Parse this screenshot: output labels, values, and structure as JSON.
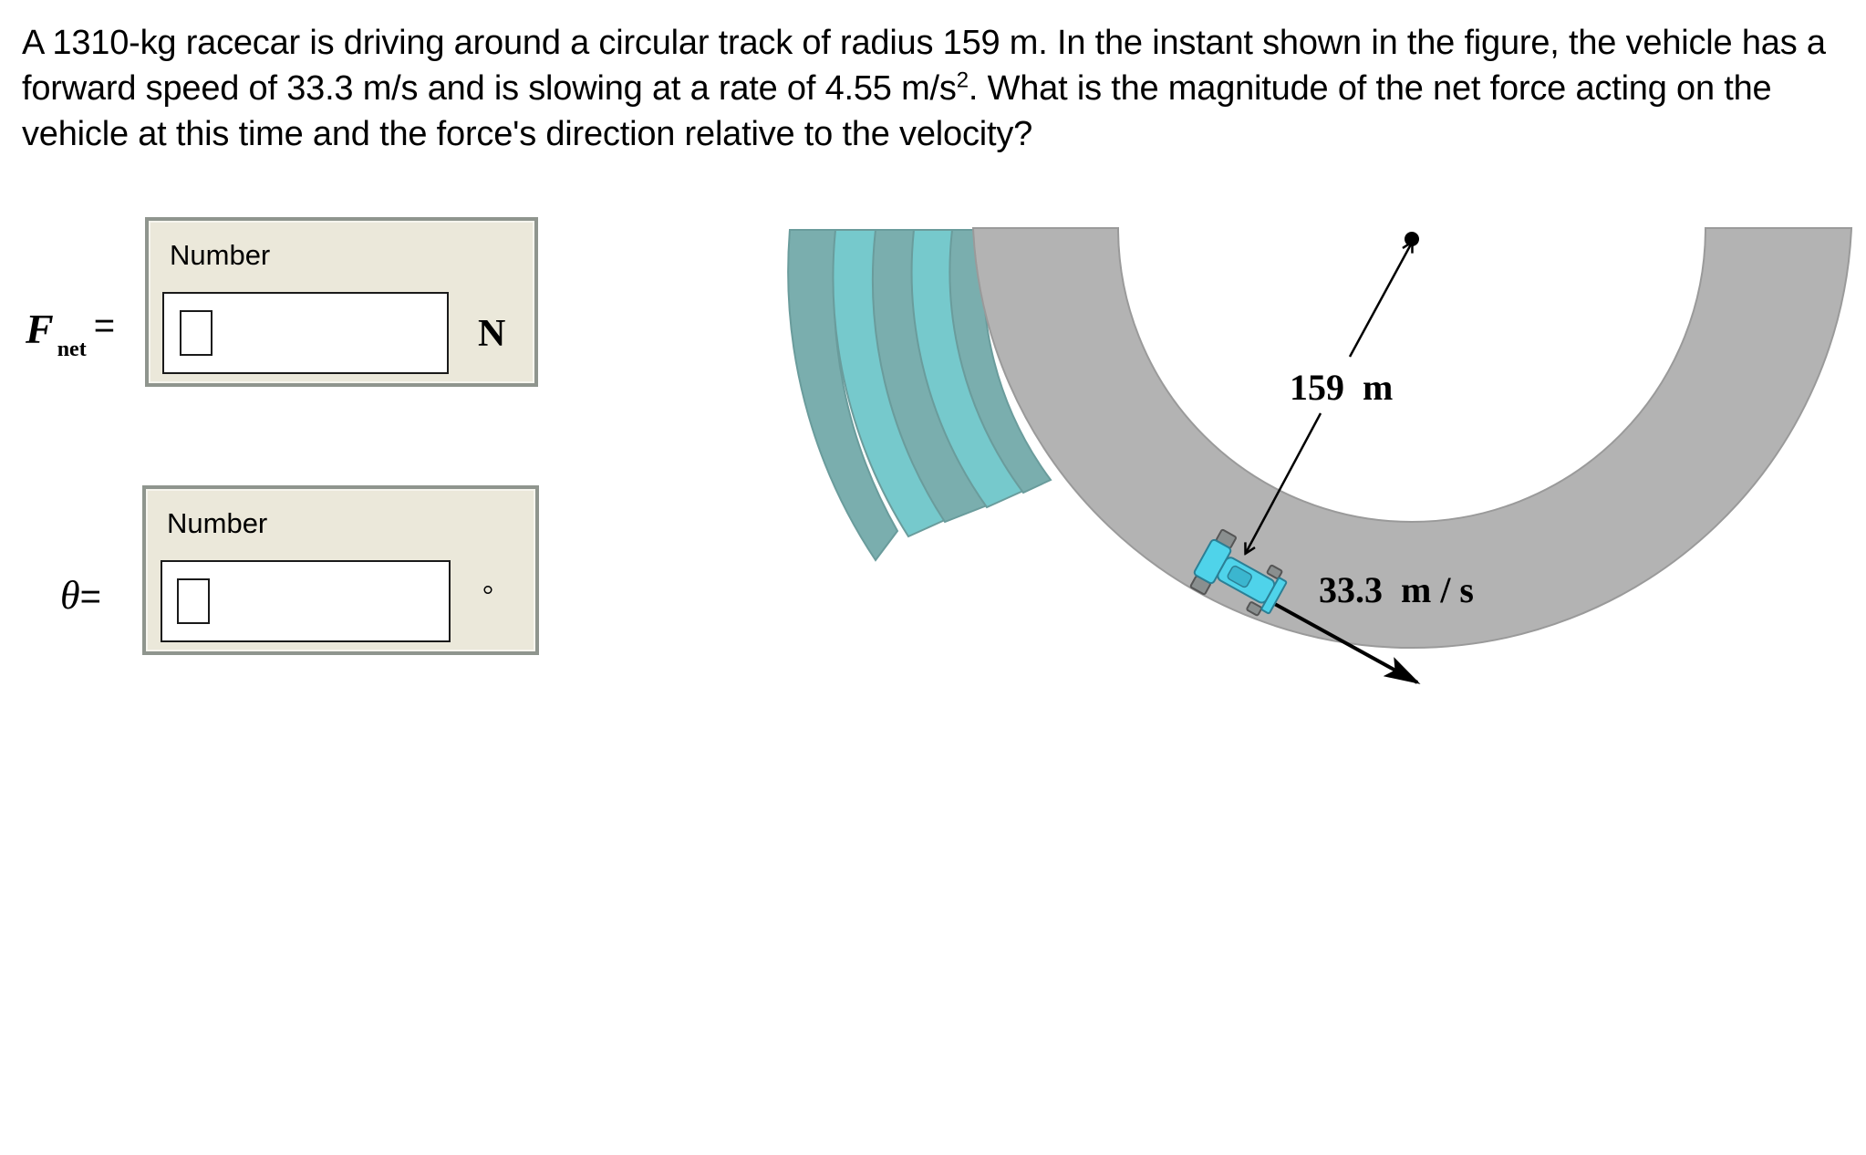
{
  "question": {
    "part1": "A 1310-kg racecar is driving around a circular track of radius 159 m. In the instant shown in the figure, the vehicle has a forward speed of 33.3 m/s and is slowing at a rate of 4.55 m/s",
    "superscript": "2",
    "part2": ". What is the magnitude of the net force acting on the vehicle at this time and the force's direction relative to the velocity?"
  },
  "answers": [
    {
      "symbol": "F",
      "subscript": "net",
      "equals": "=",
      "box_title": "Number",
      "value": "",
      "unit": "N"
    },
    {
      "symbol": "θ",
      "equals": "=",
      "box_title": "Number",
      "value": "",
      "unit": "°"
    }
  ],
  "figure": {
    "radius_label": "159  m",
    "speed_label": "33.3  m / s",
    "colors": {
      "track": "#b3b3b3",
      "track_edge": "#9a9a9a",
      "stand_dark": "#7aaeae",
      "stand_light": "#76c9cc",
      "car_body": "#4fd3ea",
      "car_wheels": "#8a8f8f"
    }
  }
}
